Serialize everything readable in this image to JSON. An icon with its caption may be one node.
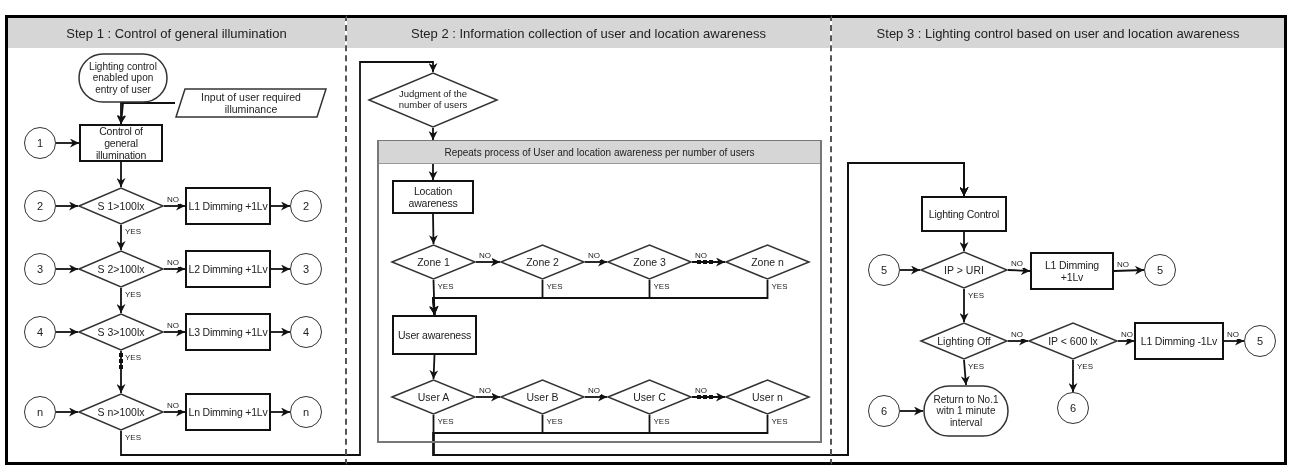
{
  "diagram": {
    "nodes": [
      {
        "text": [
          "Step 1 : Control of general illumination"
        ]
      },
      {
        "text": [
          "Step 2 : Information collection of user and location awareness"
        ]
      },
      {
        "text": [
          "Step 3 : Lighting control based on user and location awareness"
        ]
      },
      {
        "text": [
          "Lighting control enabled upon entry of user"
        ],
        "in": 0
      },
      {
        "text": [
          "Input of user required illuminance"
        ],
        "in": 0
      },
      {
        "text": [
          "1"
        ],
        "in": 0
      },
      {
        "text": [
          "Control of general illumination"
        ],
        "in": 0
      },
      {
        "text": [
          "2"
        ],
        "in": 0
      },
      {
        "text": [
          "S 1>100lx"
        ],
        "in": 0
      },
      {
        "text": [
          "L1 Dimming +1Lv"
        ],
        "in": 0
      },
      {
        "text": [
          "2"
        ],
        "in": 0
      },
      {
        "text": [
          "3"
        ],
        "in": 0
      },
      {
        "text": [
          "S 2>100lx"
        ],
        "in": 0
      },
      {
        "text": [
          "L2 Dimming +1Lv"
        ],
        "in": 0
      },
      {
        "text": [
          "3"
        ],
        "in": 0
      },
      {
        "text": [
          "4"
        ],
        "in": 0
      },
      {
        "text": [
          "S 3>100lx"
        ],
        "in": 0
      },
      {
        "text": [
          "L3 Dimming +1Lv"
        ],
        "in": 0
      },
      {
        "text": [
          "4"
        ],
        "in": 0
      },
      {
        "text": [
          "n"
        ],
        "in": 0
      },
      {
        "text": [
          "S n>100lx"
        ],
        "in": 0
      },
      {
        "text": [
          "Ln Dimming +1Lv"
        ],
        "in": 0
      },
      {
        "text": [
          "n"
        ],
        "in": 0
      },
      {
        "text": [
          "Judgment of the number of users"
        ],
        "in": 1
      },
      {
        "text": [
          "Repeats process of User and location awareness per number of users"
        ],
        "in": 1
      },
      {
        "text": [
          "Location awareness"
        ],
        "in": 24
      },
      {
        "text": [
          "Zone 1"
        ],
        "in": 24
      },
      {
        "text": [
          "Zone 2"
        ],
        "in": 24
      },
      {
        "text": [
          "Zone 3"
        ],
        "in": 24
      },
      {
        "text": [
          "Zone n"
        ],
        "in": 24
      },
      {
        "text": [
          "User awareness"
        ],
        "in": 24
      },
      {
        "text": [
          "User A"
        ],
        "in": 24
      },
      {
        "text": [
          "User B"
        ],
        "in": 24
      },
      {
        "text": [
          "User C"
        ],
        "in": 24
      },
      {
        "text": [
          "User n"
        ],
        "in": 24
      },
      {
        "text": [
          "Lighting Control"
        ],
        "in": 2
      },
      {
        "text": [
          "5"
        ],
        "in": 2
      },
      {
        "text": [
          "IP > URI"
        ],
        "in": 2
      },
      {
        "text": [
          "L1 Dimming +1Lv"
        ],
        "in": 2
      },
      {
        "text": [
          "5"
        ],
        "in": 2
      },
      {
        "text": [
          "Lighting Off"
        ],
        "in": 2
      },
      {
        "text": [
          "IP < 600 lx"
        ],
        "in": 2
      },
      {
        "text": [
          "L1 Dimming -1Lv"
        ],
        "in": 2
      },
      {
        "text": [
          "5"
        ],
        "in": 2
      },
      {
        "text": [
          "6"
        ],
        "in": 2
      },
      {
        "text": [
          "Return to No.1 witn 1 minute interval"
        ],
        "in": 2
      },
      {
        "text": [
          "6"
        ],
        "in": 2
      }
    ],
    "edges": [
      {
        "from": 3,
        "to": 6,
        "arrow": "to"
      },
      {
        "from": 4,
        "to": 6,
        "arrow": "to"
      },
      {
        "from": 5,
        "to": 6,
        "arrow": "to"
      },
      {
        "from": 6,
        "to": 8,
        "arrow": "to"
      },
      {
        "from": 7,
        "to": 8,
        "arrow": "to"
      },
      {
        "from": 8,
        "to": 9,
        "arrow": "to",
        "label": "NO"
      },
      {
        "from": 9,
        "to": 10,
        "arrow": "to"
      },
      {
        "from": 8,
        "to": 12,
        "arrow": "to",
        "label": "YES"
      },
      {
        "from": 11,
        "to": 12,
        "arrow": "to"
      },
      {
        "from": 12,
        "to": 13,
        "arrow": "to",
        "label": "NO"
      },
      {
        "from": 13,
        "to": 14,
        "arrow": "to"
      },
      {
        "from": 12,
        "to": 16,
        "arrow": "to",
        "label": "YES"
      },
      {
        "from": 15,
        "to": 16,
        "arrow": "to"
      },
      {
        "from": 16,
        "to": 17,
        "arrow": "to",
        "label": "NO"
      },
      {
        "from": 17,
        "to": 18,
        "arrow": "to"
      },
      {
        "from": 16,
        "to": 20,
        "arrow": "to",
        "label": "YES"
      },
      {
        "from": 19,
        "to": 20,
        "arrow": "to"
      },
      {
        "from": 20,
        "to": 21,
        "arrow": "to",
        "label": "NO"
      },
      {
        "from": 21,
        "to": 22,
        "arrow": "to"
      },
      {
        "from": 20,
        "to": 23,
        "arrow": "to",
        "label": "YES"
      },
      {
        "from": 23,
        "to": 24,
        "arrow": "to"
      },
      {
        "from": 24,
        "to": 25,
        "arrow": "to"
      },
      {
        "from": 25,
        "to": 26,
        "arrow": "to"
      },
      {
        "from": 26,
        "to": 27,
        "arrow": "to",
        "label": "NO"
      },
      {
        "from": 27,
        "to": 28,
        "arrow": "to",
        "label": "NO"
      },
      {
        "from": 28,
        "to": 29,
        "arrow": "to",
        "label": "NO"
      },
      {
        "from": 26,
        "to": 30,
        "arrow": "to",
        "label": "YES"
      },
      {
        "from": 27,
        "to": 30,
        "arrow": "to",
        "label": "YES"
      },
      {
        "from": 28,
        "to": 30,
        "arrow": "to",
        "label": "YES"
      },
      {
        "from": 29,
        "to": 30,
        "arrow": "to",
        "label": "YES"
      },
      {
        "from": 30,
        "to": 31,
        "arrow": "to"
      },
      {
        "from": 31,
        "to": 32,
        "arrow": "to",
        "label": "NO"
      },
      {
        "from": 32,
        "to": 33,
        "arrow": "to",
        "label": "NO"
      },
      {
        "from": 33,
        "to": 34,
        "arrow": "to",
        "label": "NO"
      },
      {
        "from": 31,
        "to": 35,
        "arrow": "to",
        "label": "YES"
      },
      {
        "from": 32,
        "to": 35,
        "arrow": "to",
        "label": "YES"
      },
      {
        "from": 33,
        "to": 35,
        "arrow": "to",
        "label": "YES"
      },
      {
        "from": 34,
        "to": 35,
        "arrow": "to",
        "label": "YES"
      },
      {
        "from": 35,
        "to": 37,
        "arrow": "to"
      },
      {
        "from": 36,
        "to": 37,
        "arrow": "to"
      },
      {
        "from": 37,
        "to": 38,
        "arrow": "to",
        "label": "NO"
      },
      {
        "from": 38,
        "to": 39,
        "arrow": "to",
        "label": "NO"
      },
      {
        "from": 37,
        "to": 40,
        "arrow": "to",
        "label": "YES"
      },
      {
        "from": 40,
        "to": 41,
        "arrow": "to",
        "label": "NO"
      },
      {
        "from": 41,
        "to": 42,
        "arrow": "to",
        "label": "NO"
      },
      {
        "from": 42,
        "to": 43,
        "arrow": "to",
        "label": "NO"
      },
      {
        "from": 40,
        "to": 45,
        "arrow": "to",
        "label": "YES"
      },
      {
        "from": 41,
        "to": 46,
        "arrow": "to",
        "label": "YES"
      },
      {
        "from": 44,
        "to": 45,
        "arrow": "to"
      }
    ]
  }
}
